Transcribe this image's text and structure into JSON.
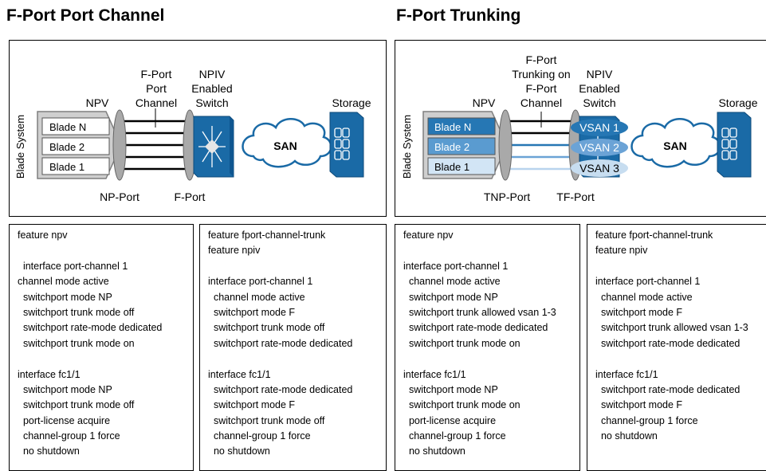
{
  "left": {
    "title": "F-Port Port Channel",
    "blade_system_label": "Blade System",
    "blades": [
      "Blade N",
      "Blade 2",
      "Blade 1"
    ],
    "npv_label": "NPV",
    "channel_label": [
      "F-Port",
      "Port",
      "Channel"
    ],
    "npiv_label": [
      "NPIV",
      "Enabled",
      "Switch"
    ],
    "san_label": "SAN",
    "storage_label": "Storage",
    "np_port_label": "NP-Port",
    "f_port_label": "F-Port",
    "config_left": [
      "feature npv",
      "",
      "  interface port-channel 1",
      "channel mode active",
      "  switchport mode NP",
      "  switchport trunk mode off",
      "  switchport rate-mode dedicated",
      "  switchport trunk mode on",
      "",
      "interface fc1/1",
      "  switchport mode NP",
      "  switchport trunk mode off",
      "  port-license acquire",
      "  channel-group 1 force",
      "  no shutdown"
    ],
    "config_right": [
      "feature fport-channel-trunk",
      "feature npiv",
      "",
      "interface port-channel 1",
      "  channel mode active",
      "  switchport mode F",
      "  switchport trunk mode off",
      "  switchport rate-mode dedicated",
      "",
      "interface fc1/1",
      "  switchport rate-mode dedicated",
      "  switchport mode F",
      "  switchport trunk mode off",
      "  channel-group 1 force",
      "  no shutdown"
    ]
  },
  "right": {
    "title": "F-Port Trunking",
    "blade_system_label": "Blade System",
    "blades": [
      "Blade N",
      "Blade 2",
      "Blade 1"
    ],
    "npv_label": "NPV",
    "channel_label": [
      "F-Port",
      "Trunking on",
      "F-Port",
      "Channel"
    ],
    "npiv_label": [
      "NPIV",
      "Enabled",
      "Switch"
    ],
    "san_label": "SAN",
    "storage_label": "Storage",
    "tnp_port_label": "TNP-Port",
    "tf_port_label": "TF-Port",
    "vsans": [
      "VSAN 1",
      "VSAN 2",
      "VSAN 3"
    ],
    "config_left": [
      "feature npv",
      "",
      "interface port-channel 1",
      "  channel mode active",
      "  switchport mode NP",
      "  switchport trunk allowed vsan 1-3",
      "  switchport rate-mode dedicated",
      "  switchport trunk mode on",
      "",
      "interface fc1/1",
      "  switchport mode NP",
      "  switchport trunk mode on",
      "  port-license acquire",
      "  channel-group 1 force",
      "  no shutdown"
    ],
    "config_right": [
      "feature fport-channel-trunk",
      "feature npiv",
      "",
      "interface port-channel 1",
      "  channel mode active",
      "  switchport mode F",
      "  switchport trunk allowed vsan 1-3",
      "  switchport rate-mode dedicated",
      "",
      "interface fc1/1",
      "  switchport rate-mode dedicated",
      "  switchport mode F",
      "  channel-group 1 force",
      "  no shutdown"
    ]
  },
  "colors": {
    "switch_blue": "#1a6aa6",
    "blade_dark": "#2677b4",
    "blade_mid": "#5a9bd0",
    "blade_light": "#d2e5f5",
    "ellipse_gray": "#a9a9a9",
    "vsan1": "#2677b4",
    "vsan2": "#6ba3d6",
    "vsan3": "#c7ddf0"
  }
}
